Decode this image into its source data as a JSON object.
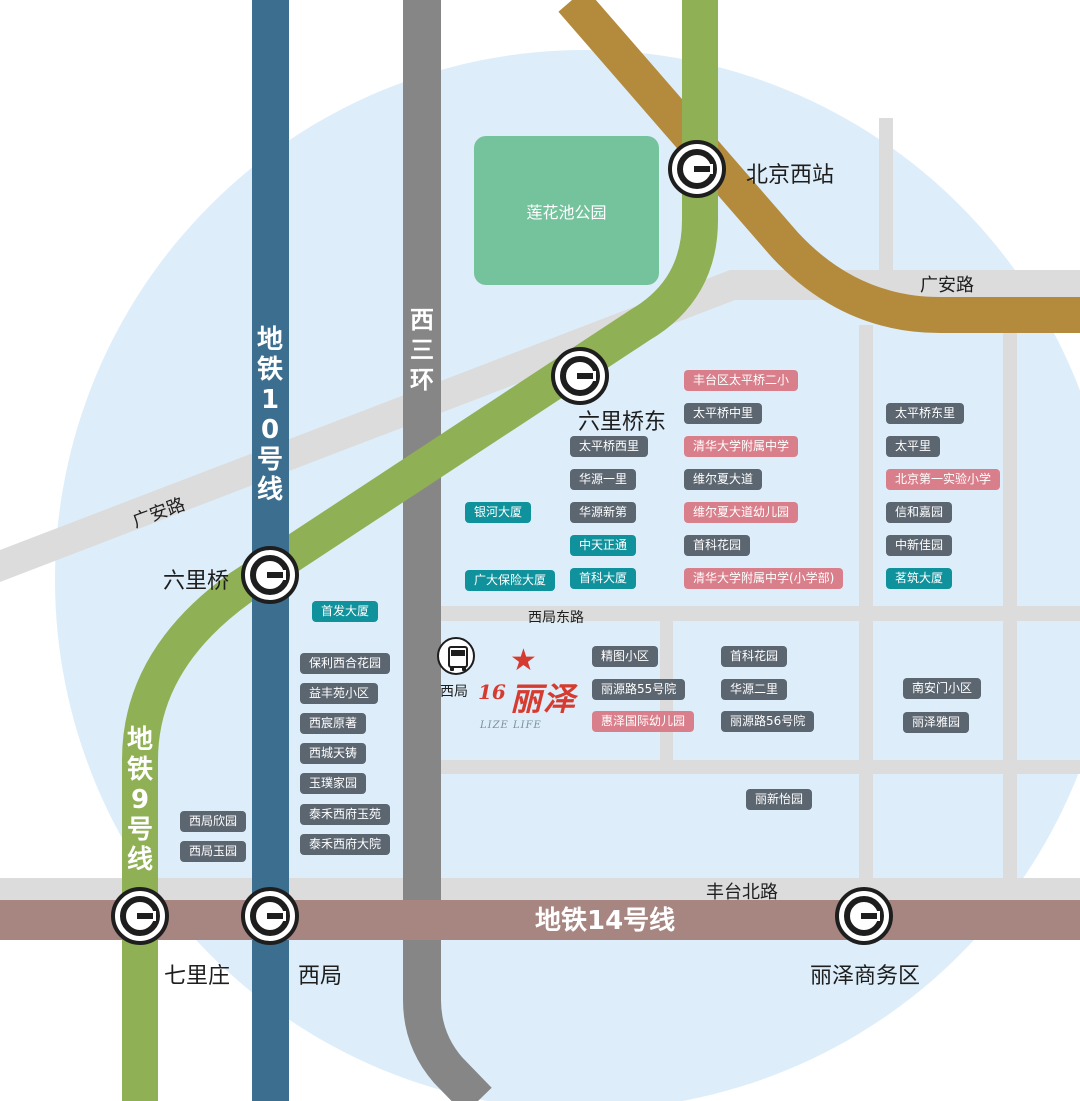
{
  "colors": {
    "line9": "#8fb054",
    "line10": "#3c6f8f",
    "line14": "#a78682",
    "guang_line": "#b48a3c",
    "ring": "#868686",
    "road": "#dcdcdc",
    "circle_bg": "#ddeefa",
    "park": "#74c39d",
    "tag_gray": "#5c6670",
    "tag_pink": "#d97f8b",
    "tag_teal": "#10929d",
    "star": "#d63b2f"
  },
  "lines": {
    "line10": "地铁10号线",
    "line9": "地铁9号线",
    "line14": "地铁14号线",
    "ring": "西三环"
  },
  "stations": {
    "beijingxizhan": "北京西站",
    "liuliqiaodong": "六里桥东",
    "liuliqiao": "六里桥",
    "qilizhuang": "七里庄",
    "xiju": "西局",
    "lizeshangwuqu": "丽泽商务区"
  },
  "roads": {
    "guanganlu_east": "广安路",
    "guanganlu_west": "广安路",
    "xijudonglu": "西局东路",
    "fengtaibeilu": "丰台北路"
  },
  "park": "莲花池公园",
  "bus_label": "西局",
  "project": {
    "number": "16",
    "name": "丽泽",
    "english": "LIZE LIFE"
  },
  "poi": {
    "p1": "丰台区太平桥二小",
    "p2": "太平桥中里",
    "p3": "太平桥东里",
    "p4": "太平桥西里",
    "p5": "清华大学附属中学",
    "p6": "太平里",
    "p7": "华源一里",
    "p8": "维尔夏大道",
    "p9": "北京第一实验小学",
    "p10": "银河大厦",
    "p11": "华源新第",
    "p12": "维尔夏大道幼儿园",
    "p13": "信和嘉园",
    "p14": "中天正通",
    "p15": "首科花园",
    "p16": "中新佳园",
    "p17": "广大保险大厦",
    "p18": "首科大厦",
    "p19": "清华大学附属中学(小学部)",
    "p20": "茗筑大厦",
    "p21": "首发大厦",
    "p22": "保利西合花园",
    "p23": "益丰苑小区",
    "p24": "西宸原著",
    "p25": "西城天铸",
    "p26": "玉璞家园",
    "p27": "泰禾西府玉苑",
    "p28": "泰禾西府大院",
    "p29": "西局欣园",
    "p30": "西局玉园",
    "p31": "精图小区",
    "p32": "首科花园",
    "p33": "丽源路55号院",
    "p34": "华源二里",
    "p35": "惠泽国际幼儿园",
    "p36": "丽源路56号院",
    "p37": "南安门小区",
    "p38": "丽泽雅园",
    "p39": "丽新怡园"
  }
}
